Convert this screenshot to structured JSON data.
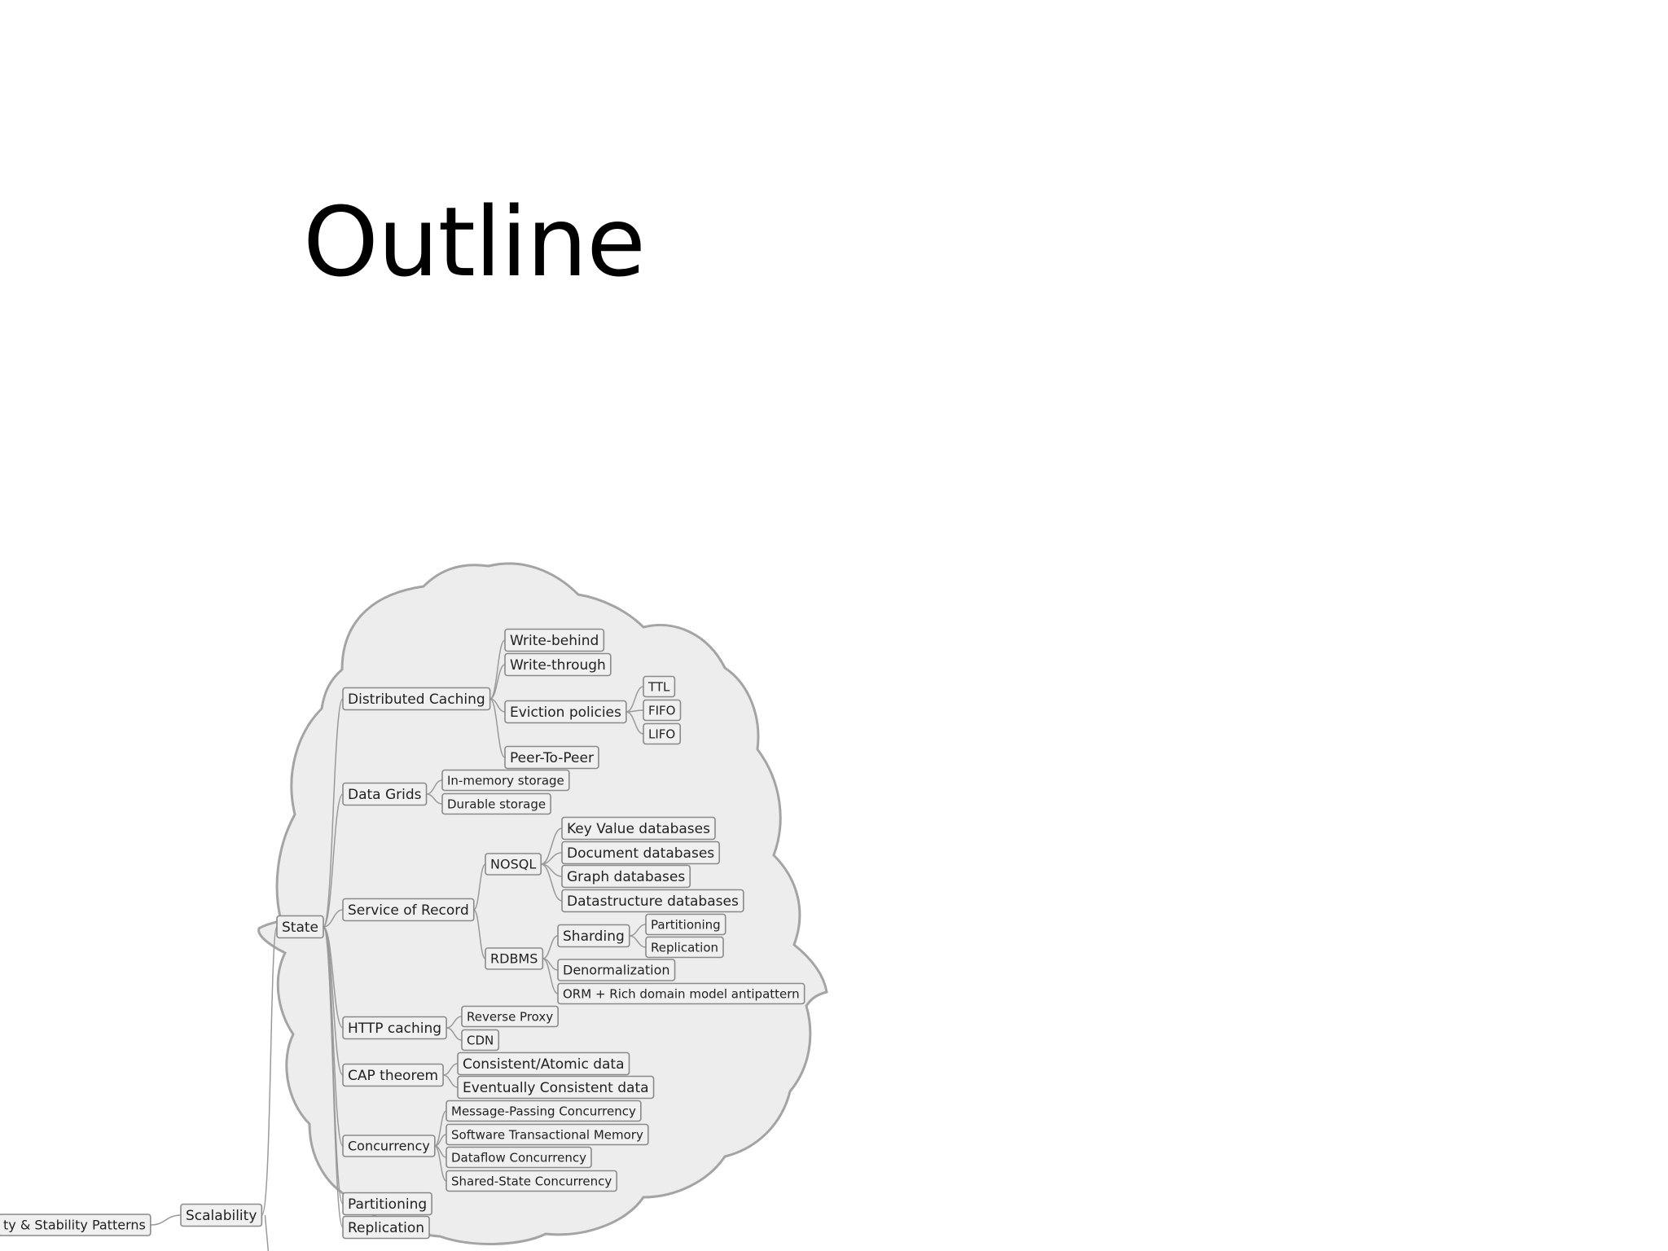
{
  "slide": {
    "title": "Outline"
  },
  "mindmap": {
    "root": "ty & Stability Patterns",
    "branch": "Scalability",
    "state": "State",
    "nodes": {
      "dc": "Distributed Caching",
      "wb": "Write-behind",
      "wt": "Write-through",
      "ev": "Eviction policies",
      "ttl": "TTL",
      "fifo": "FIFO",
      "lifo": "LIFO",
      "p2p": "Peer-To-Peer",
      "dg": "Data Grids",
      "ims": "In-memory storage",
      "ds": "Durable storage",
      "sor": "Service of Record",
      "nosql": "NOSQL",
      "kv": "Key Value databases",
      "doc": "Document databases",
      "graph": "Graph databases",
      "dsdb": "Datastructure databases",
      "rdbms": "RDBMS",
      "shard": "Sharding",
      "part2": "Partitioning",
      "repl2": "Replication",
      "denorm": "Denormalization",
      "orm": "ORM + Rich domain model antipattern",
      "http": "HTTP caching",
      "rp": "Reverse Proxy",
      "cdn": "CDN",
      "cap": "CAP theorem",
      "cad": "Consistent/Atomic data",
      "ecd": "Eventually Consistent data",
      "conc": "Concurrency",
      "mpc": "Message-Passing Concurrency",
      "stm": "Software Transactional Memory",
      "dfc": "Dataflow Concurrency",
      "ssc": "Shared-State Concurrency",
      "part": "Partitioning",
      "repl": "Replication"
    },
    "colors": {
      "root": "#e0332b",
      "branch": "#3344cc"
    }
  }
}
